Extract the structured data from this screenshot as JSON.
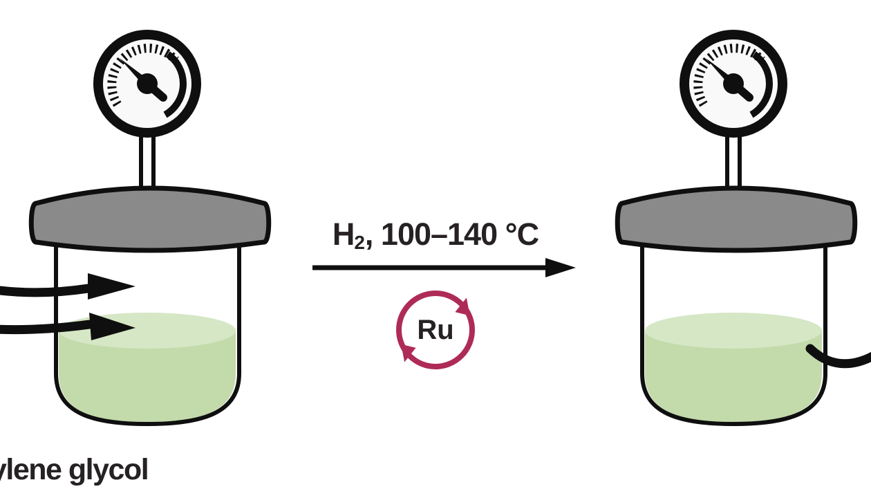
{
  "reaction": {
    "hydrogen_symbol": "H",
    "hydrogen_subscript": "2",
    "conditions": ", 100–140 °C",
    "catalyst": "Ru",
    "reactant_label": "ylene glycol"
  },
  "icons": {
    "gauge": "pressure-gauge-icon",
    "cycle": "catalytic-cycle-icon"
  },
  "colors": {
    "background": "#ffffff",
    "outline": "#0f0f0f",
    "lid-gray": "#8a8a8a",
    "gauge-face": "#f9f9f9",
    "liquid-surface": "#d5e7c5",
    "liquid-body": "#c3daab",
    "accent-crimson": "#ae2b57",
    "ink": "#262223"
  }
}
